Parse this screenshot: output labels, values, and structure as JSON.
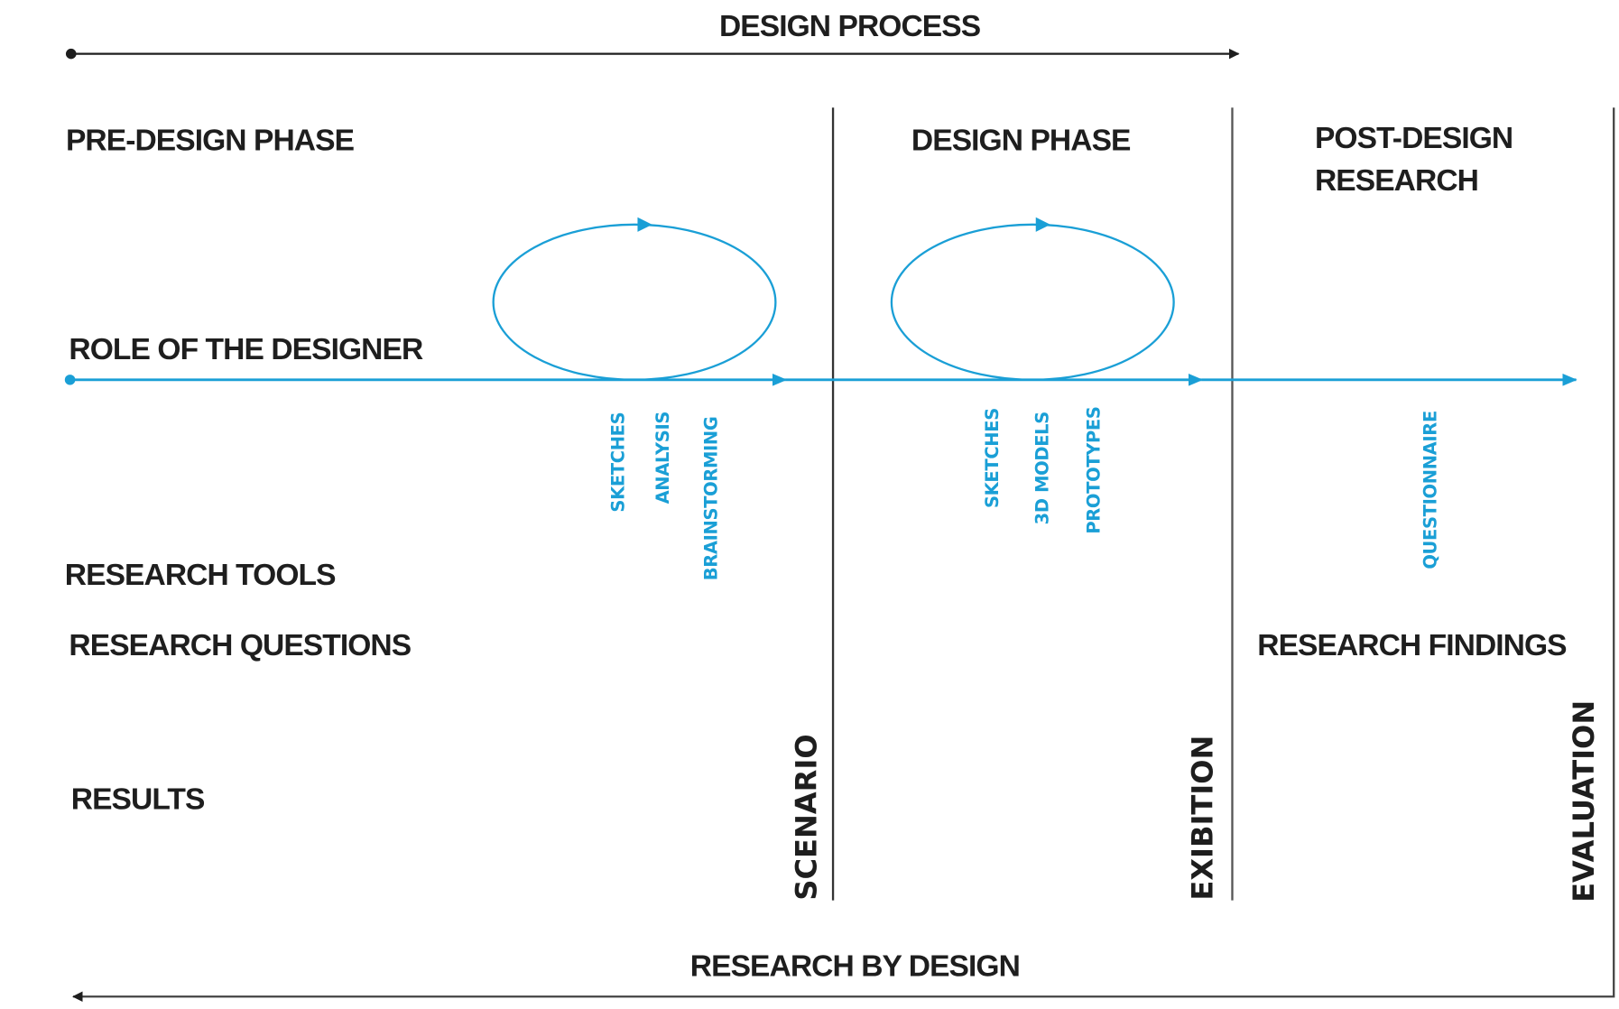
{
  "title": "DESIGN PROCESS",
  "footer": "RESEARCH BY DESIGN",
  "phases": [
    "PRE-DESIGN PHASE",
    "DESIGN PHASE",
    "POST-DESIGN",
    "RESEARCH"
  ],
  "rows": {
    "role": "ROLE OF THE DESIGNER",
    "tools": "RESEARCH TOOLS",
    "questions": "RESEARCH QUESTIONS",
    "findings": "RESEARCH FINDINGS",
    "results": "RESULTS"
  },
  "tools_pre": [
    "SKETCHES",
    "ANALYSIS",
    "BRAINSTORMING"
  ],
  "tools_design": [
    "SKETCHES",
    "3D MODELS",
    "PROTOTYPES"
  ],
  "tools_post": [
    "QUESTIONNAIRE"
  ],
  "results": [
    "SCENARIO",
    "EXIBITION",
    "EVALUATION"
  ],
  "colors": {
    "accent": "#1a9fd6",
    "ink": "#1e1e1e"
  }
}
